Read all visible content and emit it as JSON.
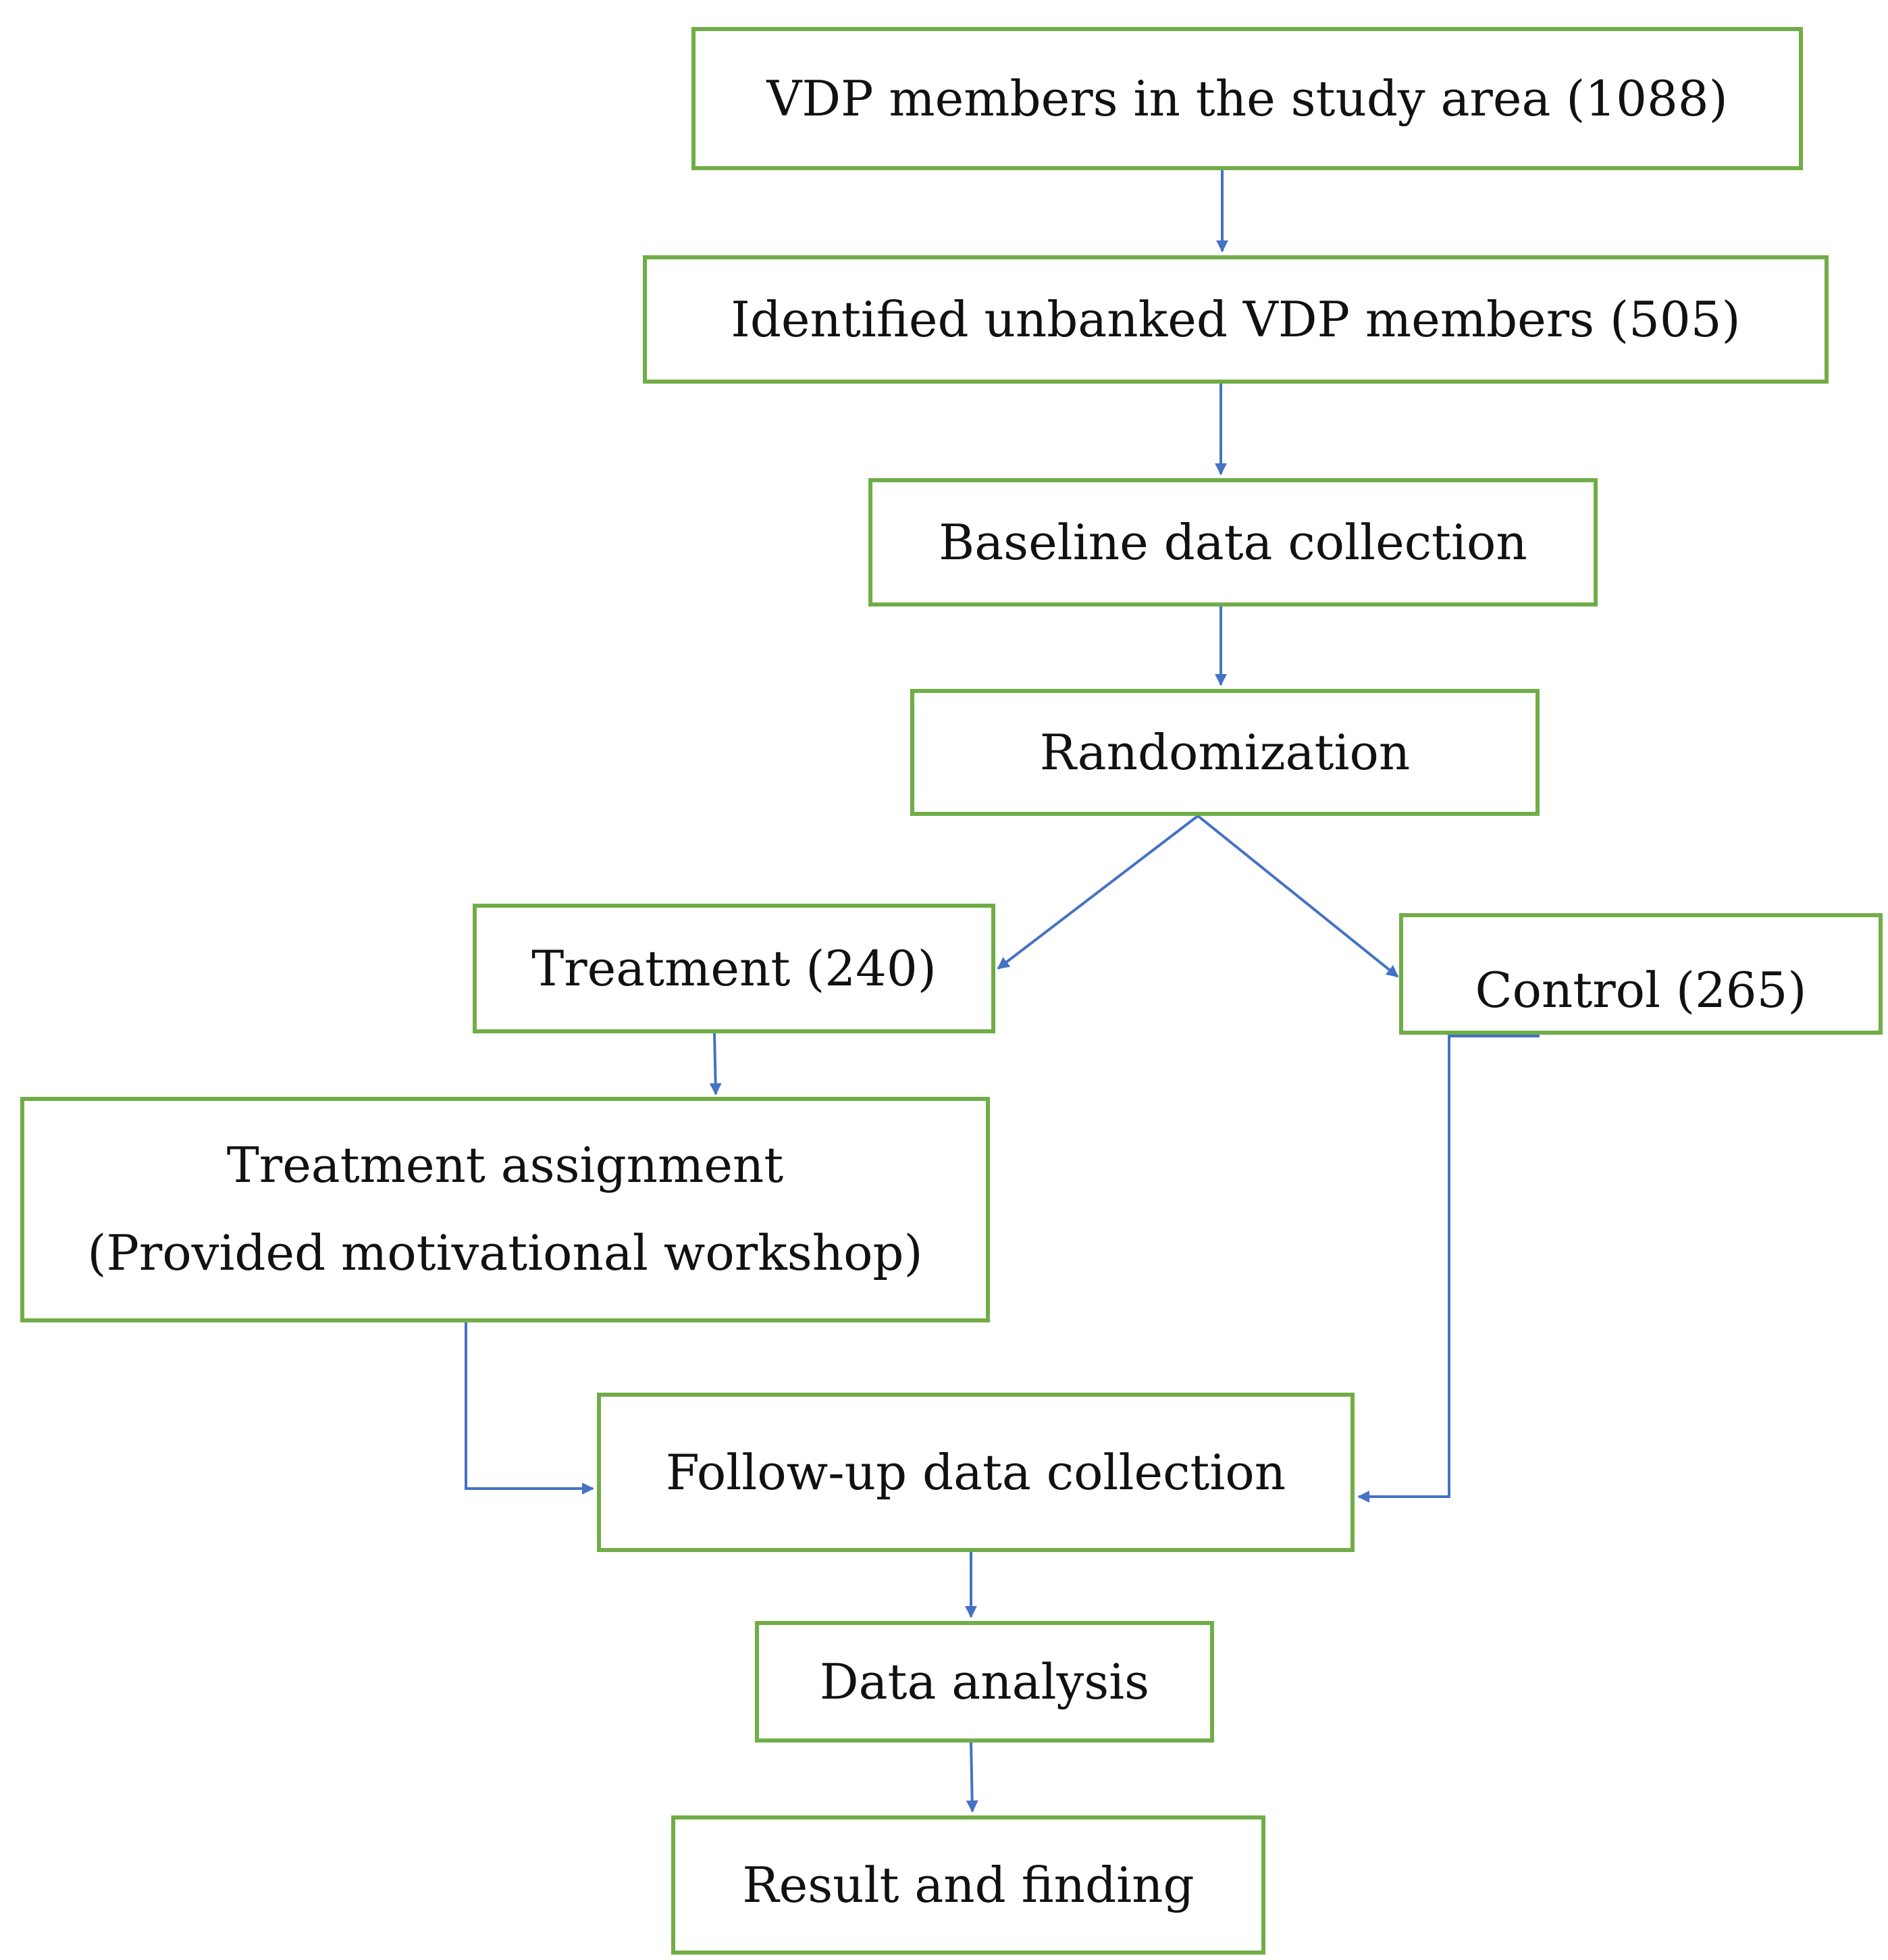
{
  "boxes": {
    "vdp_members": "VDP members in the study area (1088)",
    "unbanked": "Identified unbanked VDP members (505)",
    "baseline": "Baseline data collection",
    "randomization": "Randomization",
    "treatment": "Treatment (240)",
    "control": "Control (265)",
    "treatment_assignment_line1": "Treatment assignment",
    "treatment_assignment_line2": "(Provided motivational workshop)",
    "follow_up": "Follow-up data collection",
    "data_analysis": "Data analysis",
    "result": "Result and finding"
  },
  "colors": {
    "box_border": "#70AD47",
    "arrow": "#4472C4",
    "text": "#111111"
  }
}
